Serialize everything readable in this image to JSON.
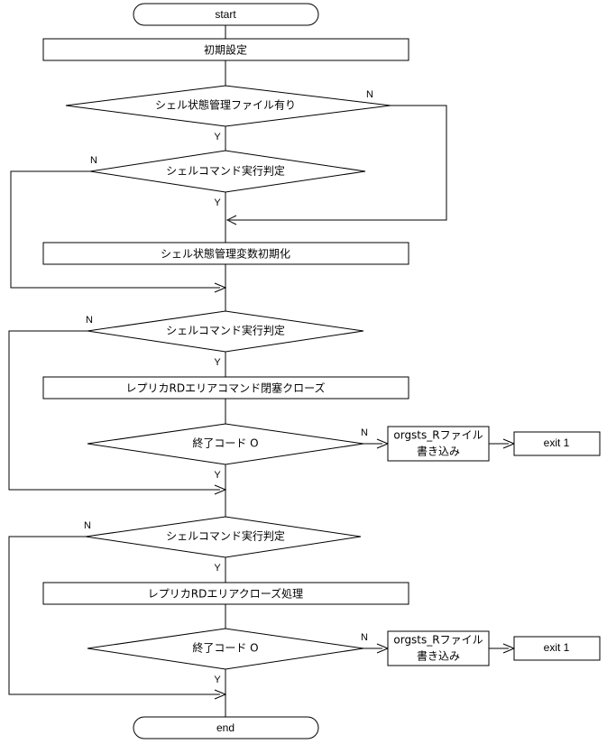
{
  "diagram": {
    "type": "flowchart",
    "title": "",
    "language": "ja",
    "colors": {
      "stroke": "#000000",
      "fill": "#ffffff",
      "text": "#000000"
    }
  },
  "nodes": {
    "start": {
      "label": "start",
      "shape": "terminal"
    },
    "init": {
      "label": "初期設定",
      "shape": "process"
    },
    "decision_state_file": {
      "label": "シェル状態管理ファイル有り",
      "shape": "decision"
    },
    "decision_cmd_exec_1": {
      "label": "シェルコマンド実行判定",
      "shape": "decision"
    },
    "init_state_vars": {
      "label": "シェル状態管理変数初期化",
      "shape": "process"
    },
    "decision_cmd_exec_2": {
      "label": "シェルコマンド実行判定",
      "shape": "decision"
    },
    "replica_rd_cmd_close": {
      "label": "レプリカRDエリアコマンド閉塞クローズ",
      "shape": "process"
    },
    "decision_exit_code_1": {
      "label": "終了コード O",
      "shape": "decision"
    },
    "orgsts_write_1": {
      "label_line1": "orgsts_Rファイル",
      "label_line2": "書き込み",
      "shape": "process"
    },
    "exit_1_top": {
      "label": "exit 1",
      "shape": "process"
    },
    "decision_cmd_exec_3": {
      "label": "シェルコマンド実行判定",
      "shape": "decision"
    },
    "replica_rd_close_proc": {
      "label": "レプリカRDエリアクローズ処理",
      "shape": "process"
    },
    "decision_exit_code_2": {
      "label": "終了コード O",
      "shape": "decision"
    },
    "orgsts_write_2": {
      "label_line1": "orgsts_Rファイル",
      "label_line2": "書き込み",
      "shape": "process"
    },
    "exit_1_bottom": {
      "label": "exit 1",
      "shape": "process"
    },
    "end": {
      "label": "end",
      "shape": "terminal"
    }
  },
  "branch_labels": {
    "state_file_yes": "Y",
    "state_file_no": "N",
    "cmd_exec_1_yes": "Y",
    "cmd_exec_1_no": "N",
    "cmd_exec_2_yes": "Y",
    "cmd_exec_2_no": "N",
    "exit_code_1_yes": "Y",
    "exit_code_1_no": "N",
    "cmd_exec_3_yes": "Y",
    "cmd_exec_3_no": "N",
    "exit_code_2_yes": "Y",
    "exit_code_2_no": "N"
  }
}
